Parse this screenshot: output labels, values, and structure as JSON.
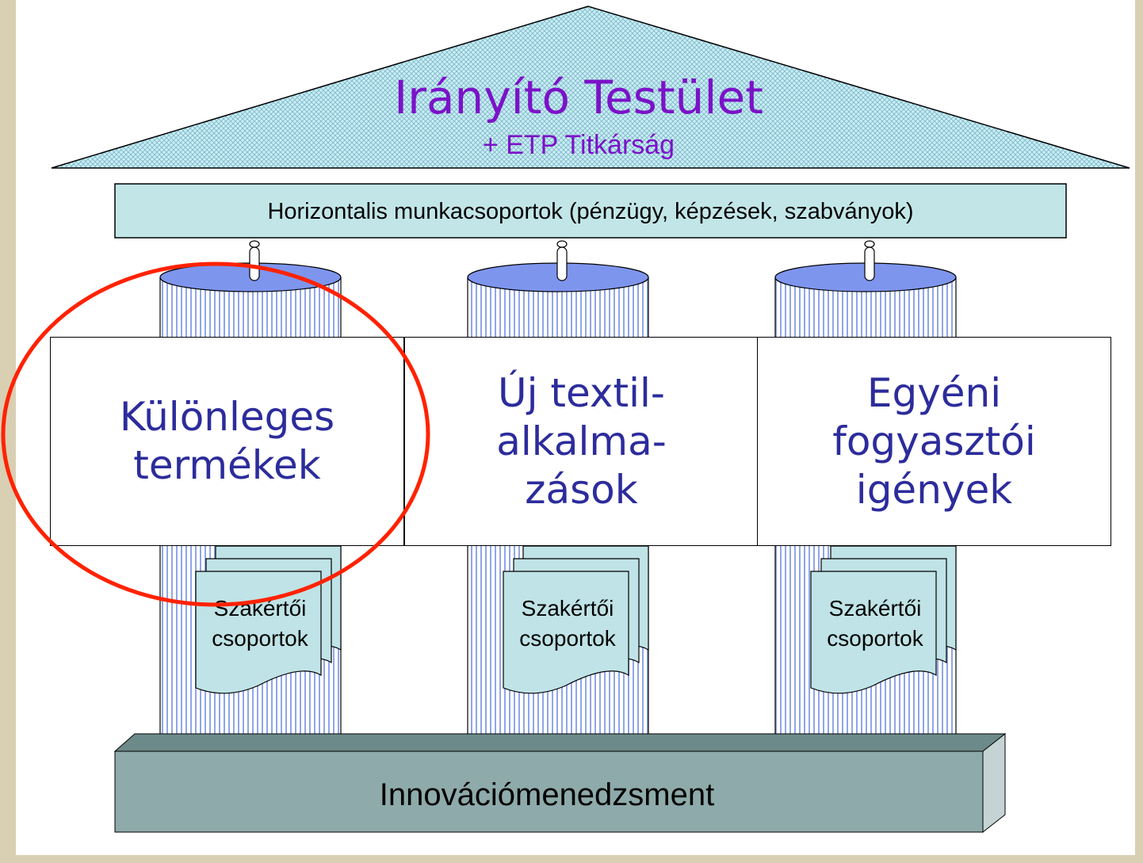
{
  "roof": {
    "title": "Irányító Testület",
    "subtitle": "+ ETP Titkárság"
  },
  "horizontal_bar": {
    "label": "Horizontalis munkacsoportok (pénzügy, képzések, szabványok)"
  },
  "pillars": [
    {
      "label": "Különleges\ntermékek",
      "expert_label": "Szakértői\ncsoportok",
      "highlighted": true
    },
    {
      "label": "Új textil-\nalkalma-\nzások",
      "expert_label": "Szakértői\ncsoportok",
      "highlighted": false
    },
    {
      "label": "Egyéni\nfogyasztói\nigények",
      "expert_label": "Szakértői\ncsoportok",
      "highlighted": false
    }
  ],
  "foundation": {
    "label": "Innovációmenedzsment"
  },
  "colors": {
    "roof_fill": "#bfe6ef",
    "roof_text": "#7b12c8",
    "bar_fill": "#c2e6e8",
    "pillar_fill": "#ffffff",
    "pillar_stripe": "#8fa6e8",
    "pillar_top": "#7e95ee",
    "box_text": "#2c2c9c",
    "doc_fill": "#bfe3e6",
    "foundation_fill": "#8eaaaa",
    "foundation_top": "#6d8a8a",
    "highlight_ellipse": "#ff2200",
    "border_frame": "#d9cfb3"
  }
}
